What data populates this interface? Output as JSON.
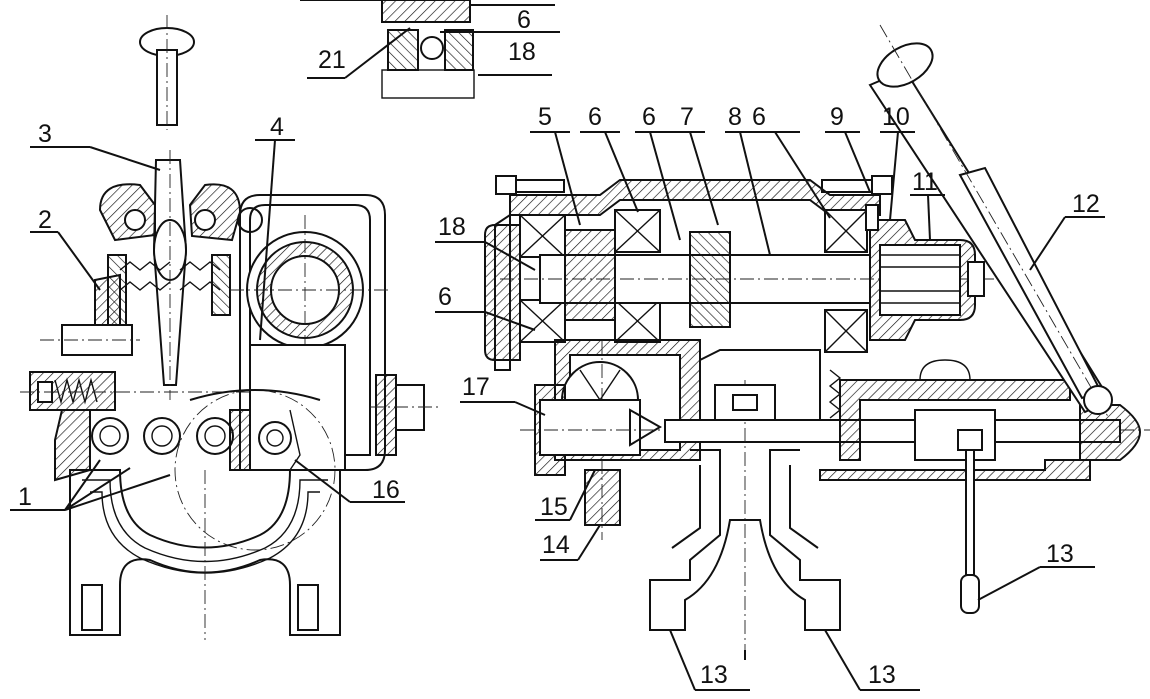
{
  "diagram": {
    "callouts": [
      {
        "id": "lbl-1",
        "text": "1"
      },
      {
        "id": "lbl-2",
        "text": "2"
      },
      {
        "id": "lbl-3",
        "text": "3"
      },
      {
        "id": "lbl-4",
        "text": "4"
      },
      {
        "id": "lbl-5",
        "text": "5"
      },
      {
        "id": "lbl-6a",
        "text": "6"
      },
      {
        "id": "lbl-6b",
        "text": "6"
      },
      {
        "id": "lbl-6c",
        "text": "6"
      },
      {
        "id": "lbl-6d",
        "text": "6"
      },
      {
        "id": "lbl-6e",
        "text": "6"
      },
      {
        "id": "lbl-7",
        "text": "7"
      },
      {
        "id": "lbl-8",
        "text": "8"
      },
      {
        "id": "lbl-9",
        "text": "9"
      },
      {
        "id": "lbl-10",
        "text": "10"
      },
      {
        "id": "lbl-11",
        "text": "11"
      },
      {
        "id": "lbl-12",
        "text": "12"
      },
      {
        "id": "lbl-13a",
        "text": "13"
      },
      {
        "id": "lbl-13b",
        "text": "13"
      },
      {
        "id": "lbl-13c",
        "text": "13"
      },
      {
        "id": "lbl-14",
        "text": "14"
      },
      {
        "id": "lbl-15",
        "text": "15"
      },
      {
        "id": "lbl-16",
        "text": "16"
      },
      {
        "id": "lbl-17",
        "text": "17"
      },
      {
        "id": "lbl-18a",
        "text": "18"
      },
      {
        "id": "lbl-18b",
        "text": "18"
      },
      {
        "id": "lbl-21",
        "text": "21"
      }
    ]
  }
}
